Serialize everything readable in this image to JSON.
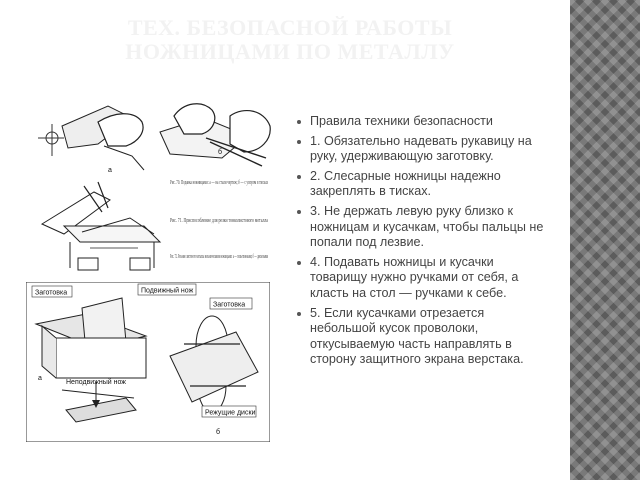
{
  "slide": {
    "title_lines": [
      "ТЕХ. БЕЗОПАСНОЙ РАБОТЫ",
      "НОЖНИЦАМИ ПО МЕТАЛЛУ"
    ],
    "bullets": [
      "Правила техники безопасности",
      "1. Обязательно надевать рукавицу на руку, удерживающую заготовку.",
      "2. Слесарные ножницы надежно закреплять в тисках.",
      "3. Не держать левую руку близко к ножницам и кусачкам, чтобы пальцы не попали под лезвие.",
      "4. Подавать ножницы и кусачки товарищу нужно ручками от себя, а класть на стол — ручками к себе.",
      "5. Если кусачками отрезается небольшой кусок проволоки, откусываемую часть направлять в сторону защитного экрана верстака."
    ]
  },
  "figures": {
    "top": {
      "label_a": "а",
      "label_b": "б"
    },
    "middle": {
      "caption1": "Рис. 70. Подавка ножницами: а — на стали чертеж; б — с упором в тисках",
      "caption2": "Рис. 71. Приспособление для резки тонколистового металла",
      "caption3": "Рис. 72. Резание листового металла механическими ножницами: а — гильотинными; б — дисковыми"
    },
    "bottom": {
      "zagotovka_left": "Заготовка",
      "podvizhny_nozh": "Подвижный нож",
      "zagotovka_right": "Заготовка",
      "nepodvizhny_nozh": "Неподвижный нож",
      "rezhushchie_diski": "Режущие диски",
      "label_a": "а",
      "label_b": "б"
    }
  },
  "colors": {
    "title": "#f2f2f2",
    "side_pattern": "#5c5c5c",
    "text": "#444444"
  }
}
